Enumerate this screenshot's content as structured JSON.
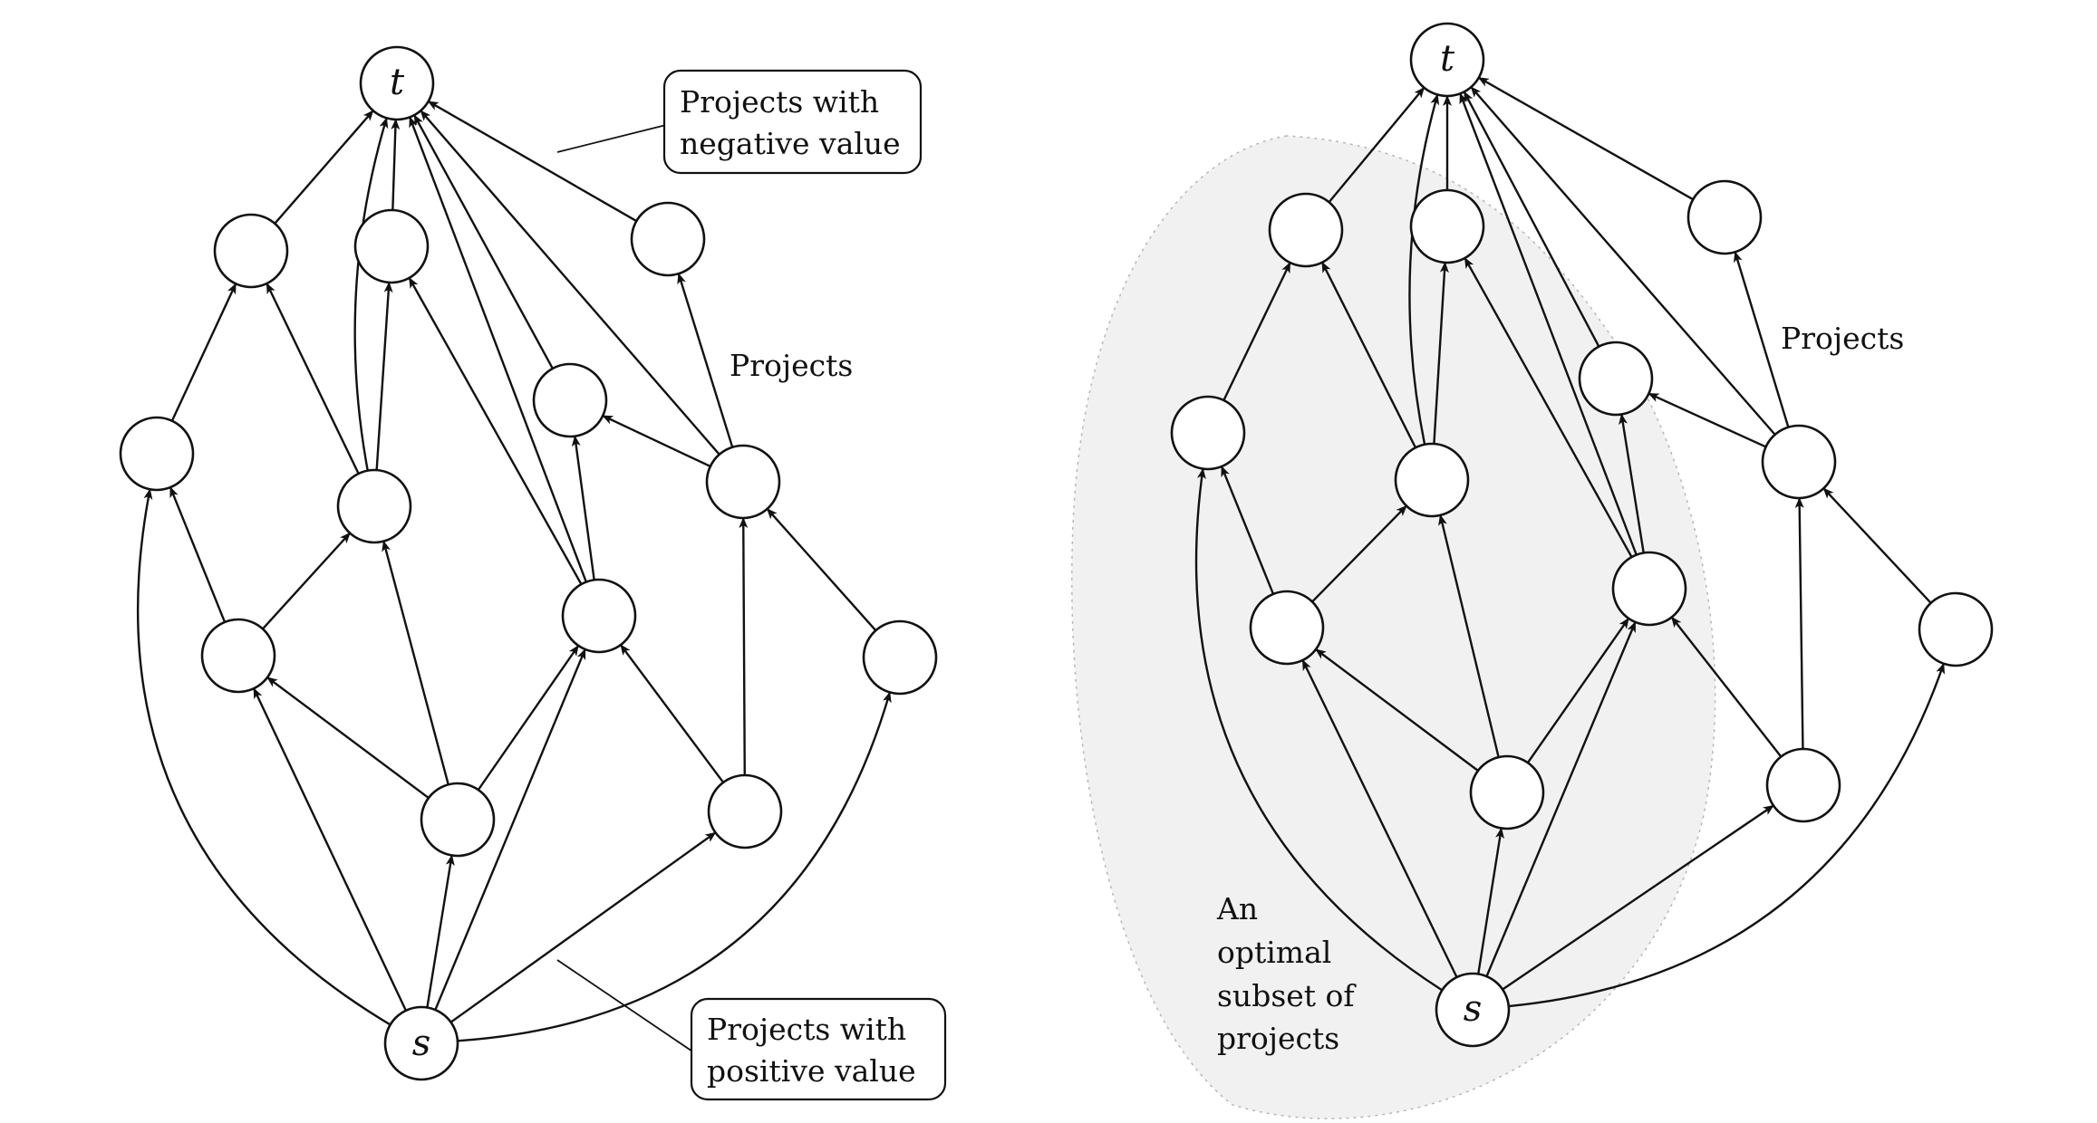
{
  "left_diagram": {
    "source_label": "s",
    "sink_label": "t",
    "projects_label": "Projects",
    "negative_callout": [
      "Projects with",
      "negative value"
    ],
    "positive_callout": [
      "Projects with",
      "positive value"
    ]
  },
  "right_diagram": {
    "source_label": "s",
    "sink_label": "t",
    "projects_label": "Projects",
    "optimal_label": [
      "An",
      "optimal",
      "subset of",
      "projects"
    ]
  },
  "colors": {
    "ink": "#111111",
    "shade": "#e6e6e6"
  }
}
